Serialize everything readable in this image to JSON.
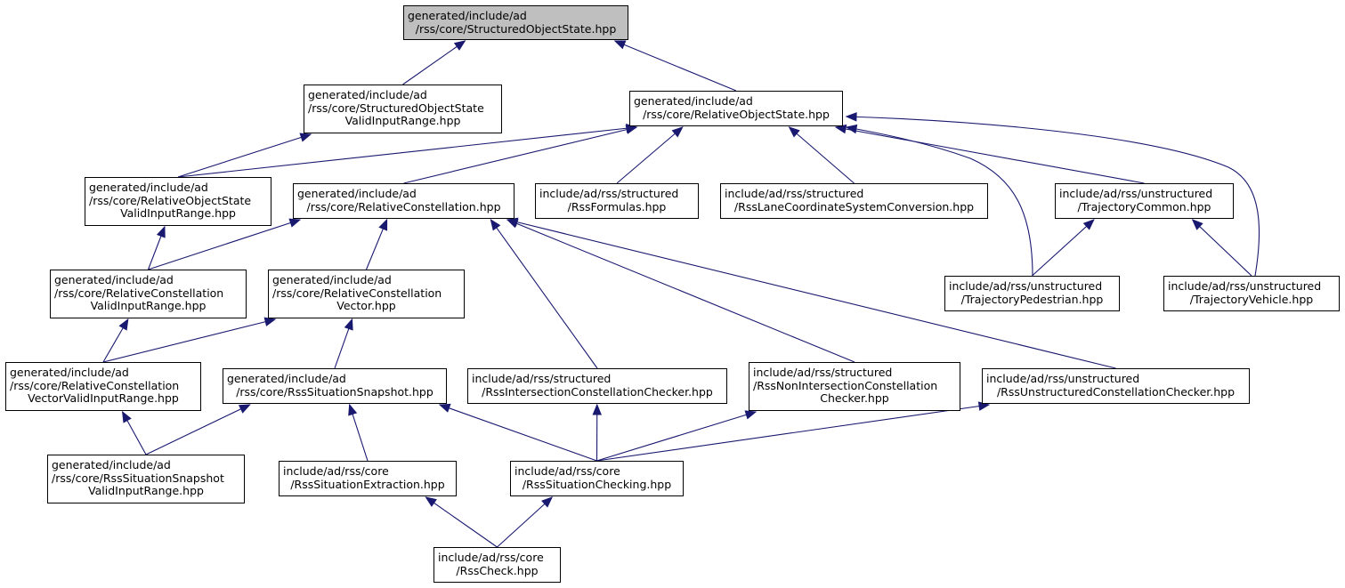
{
  "colors": {
    "edge": "#191970",
    "root_fill": "#bfbfbf",
    "node_fill": "#ffffff",
    "node_border": "#000000"
  },
  "nodes": {
    "structured_object_state": {
      "root": true,
      "lines": [
        "generated/include/ad",
        "/rss/core/StructuredObjectState.hpp"
      ]
    },
    "structured_object_state_valid_input_range": {
      "lines": [
        "generated/include/ad",
        "/rss/core/StructuredObjectState",
        "ValidInputRange.hpp"
      ]
    },
    "relative_object_state": {
      "lines": [
        "generated/include/ad",
        "/rss/core/RelativeObjectState.hpp"
      ]
    },
    "relative_object_state_valid_input_range": {
      "lines": [
        "generated/include/ad",
        "/rss/core/RelativeObjectState",
        "ValidInputRange.hpp"
      ]
    },
    "relative_constellation": {
      "lines": [
        "generated/include/ad",
        "/rss/core/RelativeConstellation.hpp"
      ]
    },
    "rss_formulas": {
      "lines": [
        "include/ad/rss/structured",
        "/RssFormulas.hpp"
      ]
    },
    "rss_lane_coordinate_system_conversion": {
      "lines": [
        "include/ad/rss/structured",
        "/RssLaneCoordinateSystemConversion.hpp"
      ]
    },
    "trajectory_common": {
      "lines": [
        "include/ad/rss/unstructured",
        "/TrajectoryCommon.hpp"
      ]
    },
    "relative_constellation_valid_input_range": {
      "lines": [
        "generated/include/ad",
        "/rss/core/RelativeConstellation",
        "ValidInputRange.hpp"
      ]
    },
    "relative_constellation_vector": {
      "lines": [
        "generated/include/ad",
        "/rss/core/RelativeConstellation",
        "Vector.hpp"
      ]
    },
    "trajectory_pedestrian": {
      "lines": [
        "include/ad/rss/unstructured",
        "/TrajectoryPedestrian.hpp"
      ]
    },
    "trajectory_vehicle": {
      "lines": [
        "include/ad/rss/unstructured",
        "/TrajectoryVehicle.hpp"
      ]
    },
    "relative_constellation_vector_valid_input_range": {
      "lines": [
        "generated/include/ad",
        "/rss/core/RelativeConstellation",
        "VectorValidInputRange.hpp"
      ]
    },
    "rss_situation_snapshot": {
      "lines": [
        "generated/include/ad",
        "/rss/core/RssSituationSnapshot.hpp"
      ]
    },
    "rss_intersection_constellation_checker": {
      "lines": [
        "include/ad/rss/structured",
        "/RssIntersectionConstellationChecker.hpp"
      ]
    },
    "rss_non_intersection_constellation_checker": {
      "lines": [
        "include/ad/rss/structured",
        "/RssNonIntersectionConstellation",
        "Checker.hpp"
      ]
    },
    "rss_unstructured_constellation_checker": {
      "lines": [
        "include/ad/rss/unstructured",
        "/RssUnstructuredConstellationChecker.hpp"
      ]
    },
    "rss_situation_snapshot_valid_input_range": {
      "lines": [
        "generated/include/ad",
        "/rss/core/RssSituationSnapshot",
        "ValidInputRange.hpp"
      ]
    },
    "rss_situation_extraction": {
      "lines": [
        "include/ad/rss/core",
        "/RssSituationExtraction.hpp"
      ]
    },
    "rss_situation_checking": {
      "lines": [
        "include/ad/rss/core",
        "/RssSituationChecking.hpp"
      ]
    },
    "rss_check": {
      "lines": [
        "include/ad/rss/core",
        "/RssCheck.hpp"
      ]
    }
  },
  "edges": [
    {
      "from": "structured_object_state_valid_input_range",
      "to": "structured_object_state"
    },
    {
      "from": "relative_object_state",
      "to": "structured_object_state"
    },
    {
      "from": "relative_object_state_valid_input_range",
      "to": "structured_object_state_valid_input_range"
    },
    {
      "from": "relative_object_state_valid_input_range",
      "to": "relative_object_state"
    },
    {
      "from": "relative_constellation",
      "to": "relative_object_state"
    },
    {
      "from": "rss_formulas",
      "to": "relative_object_state"
    },
    {
      "from": "rss_lane_coordinate_system_conversion",
      "to": "relative_object_state"
    },
    {
      "from": "trajectory_common",
      "to": "relative_object_state"
    },
    {
      "from": "trajectory_pedestrian",
      "to": "relative_object_state"
    },
    {
      "from": "trajectory_vehicle",
      "to": "relative_object_state"
    },
    {
      "from": "relative_constellation_valid_input_range",
      "to": "relative_object_state_valid_input_range"
    },
    {
      "from": "relative_constellation_valid_input_range",
      "to": "relative_constellation"
    },
    {
      "from": "relative_constellation_vector",
      "to": "relative_constellation"
    },
    {
      "from": "rss_intersection_constellation_checker",
      "to": "relative_constellation"
    },
    {
      "from": "rss_non_intersection_constellation_checker",
      "to": "relative_constellation"
    },
    {
      "from": "rss_unstructured_constellation_checker",
      "to": "relative_constellation"
    },
    {
      "from": "trajectory_pedestrian",
      "to": "trajectory_common"
    },
    {
      "from": "trajectory_vehicle",
      "to": "trajectory_common"
    },
    {
      "from": "relative_constellation_vector_valid_input_range",
      "to": "relative_constellation_valid_input_range"
    },
    {
      "from": "relative_constellation_vector_valid_input_range",
      "to": "relative_constellation_vector"
    },
    {
      "from": "rss_situation_snapshot",
      "to": "relative_constellation_vector"
    },
    {
      "from": "rss_situation_snapshot_valid_input_range",
      "to": "relative_constellation_vector_valid_input_range"
    },
    {
      "from": "rss_situation_snapshot_valid_input_range",
      "to": "rss_situation_snapshot"
    },
    {
      "from": "rss_situation_extraction",
      "to": "rss_situation_snapshot"
    },
    {
      "from": "rss_situation_checking",
      "to": "rss_situation_snapshot"
    },
    {
      "from": "rss_situation_checking",
      "to": "rss_intersection_constellation_checker"
    },
    {
      "from": "rss_situation_checking",
      "to": "rss_non_intersection_constellation_checker"
    },
    {
      "from": "rss_situation_checking",
      "to": "rss_unstructured_constellation_checker"
    },
    {
      "from": "rss_check",
      "to": "rss_situation_extraction"
    },
    {
      "from": "rss_check",
      "to": "rss_situation_checking"
    }
  ]
}
